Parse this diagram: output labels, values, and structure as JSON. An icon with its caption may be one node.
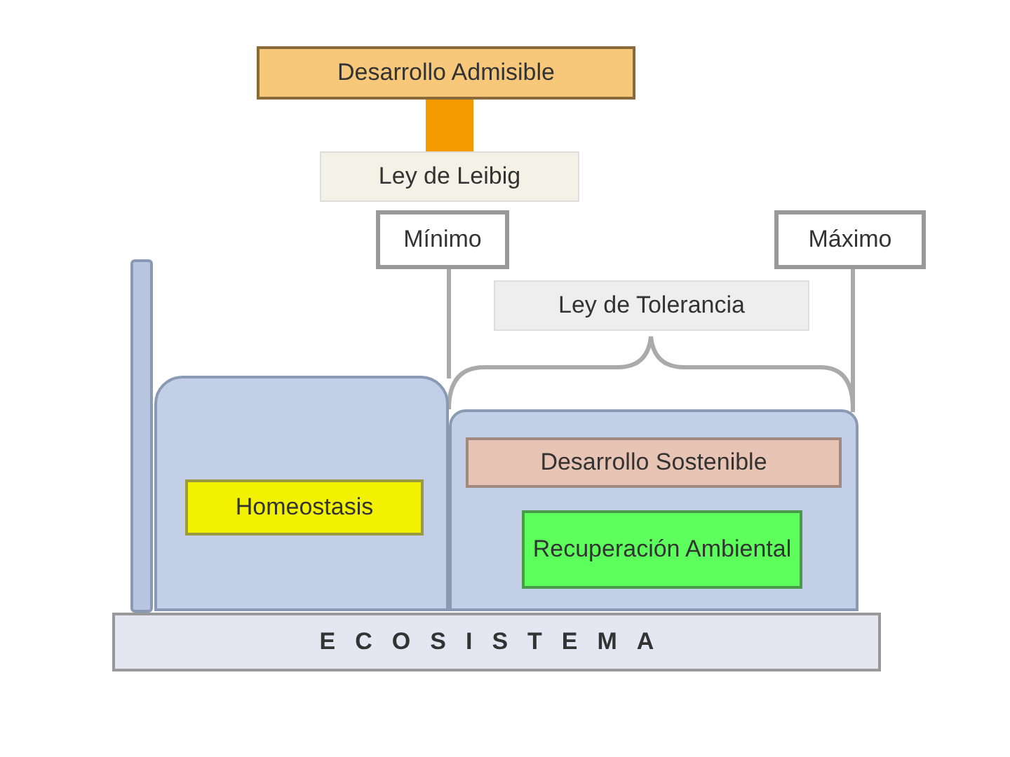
{
  "diagram": {
    "nodes": [
      {
        "text": [
          "Desarrollo Admisible"
        ]
      },
      {
        "text": [
          "Ley de Leibig"
        ]
      },
      {
        "text": [
          "Mínimo"
        ]
      },
      {
        "text": [
          "Máximo"
        ]
      },
      {
        "text": [
          "Ley de Tolerancia"
        ]
      },
      {
        "text": [],
        "shape": "box"
      },
      {
        "text": [
          "Homeostasis"
        ],
        "in": 5
      },
      {
        "text": [],
        "shape": "box"
      },
      {
        "text": [
          "Desarrollo Sostenible"
        ],
        "in": 7
      },
      {
        "text": [
          "Recuperación Ambiental"
        ],
        "in": 7
      },
      {
        "text": [
          "ECOSISTEMA"
        ]
      },
      {
        "text": [],
        "shape": "bar"
      }
    ],
    "edges": [
      {
        "from": 0,
        "to": 1,
        "arrow": "none",
        "style": "thick",
        "color": "#f29a00"
      },
      {
        "from": 2,
        "to": 5,
        "arrow": "none"
      },
      {
        "from": 3,
        "to": 7,
        "arrow": "none"
      }
    ]
  }
}
